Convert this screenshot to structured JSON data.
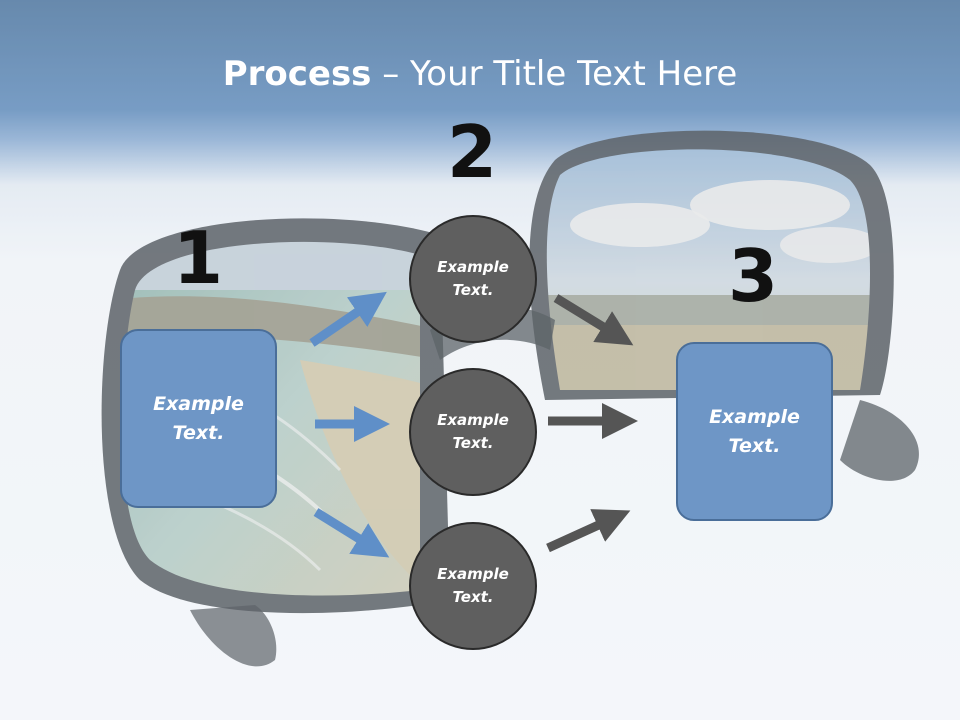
{
  "title": {
    "bold": "Process",
    "rest": " – Your Title Text Here"
  },
  "steps": {
    "one": "1",
    "two": "2",
    "three": "3"
  },
  "boxes": {
    "left": {
      "line1": "Example",
      "line2": "Text."
    },
    "right": {
      "line1": "Example",
      "line2": "Text."
    }
  },
  "circles": [
    {
      "line1": "Example",
      "line2": "Text."
    },
    {
      "line1": "Example",
      "line2": "Text."
    },
    {
      "line1": "Example",
      "line2": "Text."
    }
  ],
  "colors": {
    "header": "#4a76a8",
    "box_fill": "#6e96c6",
    "circle_fill": "#5f5f5f",
    "arrow_blue": "#5f8fc8",
    "arrow_dark": "#555555"
  }
}
